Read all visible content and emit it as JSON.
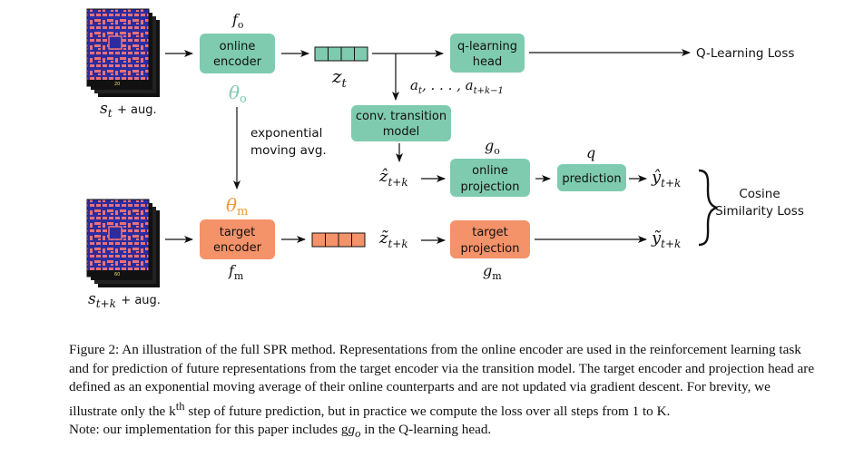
{
  "nodes": {
    "online_encoder": [
      "online",
      "encoder"
    ],
    "q_head": [
      "q-learning",
      "head"
    ],
    "transition": [
      "conv. transition",
      "model"
    ],
    "online_projection": [
      "online",
      "projection"
    ],
    "prediction": "prediction",
    "target_encoder": [
      "target",
      "encoder"
    ],
    "target_projection": [
      "target",
      "projection"
    ]
  },
  "labels": {
    "f_o": "f",
    "f_o_sub": "o",
    "f_m": "f",
    "f_m_sub": "m",
    "theta_o": "θ",
    "theta_o_sub": "o",
    "theta_m": "θ",
    "theta_m_sub": "m",
    "ema": [
      "exponential",
      "moving avg."
    ],
    "z_t": "z",
    "z_t_sub": "t",
    "actions": "a",
    "actions_sub1": "t",
    "actions_mid": ", . . . , a",
    "actions_sub2": "t+k−1",
    "z_hat": "ẑ",
    "z_hat_sub": "t+k",
    "z_tilde": "z̃",
    "z_tilde_sub": "t+k",
    "g_o": "g",
    "g_o_sub": "o",
    "g_m": "g",
    "g_m_sub": "m",
    "q": "q",
    "y_hat": "ŷ",
    "y_hat_sub": "t+k",
    "y_tilde": "ỹ",
    "y_tilde_sub": "t+k",
    "s_t": "s",
    "s_t_sub": "t",
    "s_t_aug": "+ aug.",
    "s_tk": "s",
    "s_tk_sub": "t+k",
    "s_tk_aug": "+ aug.",
    "q_loss": "Q-Learning Loss",
    "cosine_loss": [
      "Cosine",
      "Similarity Loss"
    ]
  },
  "colors": {
    "online": "#7fcbb0",
    "target": "#f4926a",
    "theta_online": "#7fcbb0",
    "theta_target": "#f09a3c",
    "game_bg": "#2c2c9e",
    "game_wall": "#e8717a"
  },
  "caption": {
    "figure_label": "Figure 2:",
    "text": "An illustration of the full SPR method. Representations from the online encoder are used in the reinforcement learning task and for prediction of future representations from the target encoder via the transition model. The target encoder and projection head are defined as an exponential moving average of their online counterparts and are not updated via gradient descent. For brevity, we illustrate only the k",
    "sup": "th",
    "text2": " step of future prediction, but in practice we compute the loss over all steps from 1 to K.",
    "note": "Note: our implementation for this paper includes g",
    "note_sub": "o",
    "note_end": " in the Q-learning head."
  }
}
